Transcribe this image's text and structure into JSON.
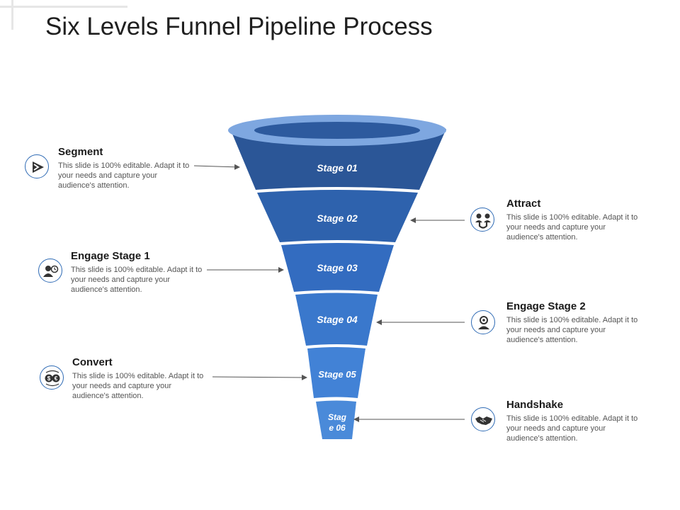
{
  "title": "Six Levels Funnel Pipeline Process",
  "colors": {
    "rim": "#7ea7e0",
    "rim_inner": "#2d5a9e",
    "stage1": "#2b5697",
    "stage2": "#2e62ad",
    "stage3": "#336cc0",
    "stage4": "#3a78cc",
    "stage5": "#4282d6",
    "stage6": "#4a8ad9",
    "icon_border": "#2f6bb5",
    "icon_fill": "#333333",
    "arrow": "#555555"
  },
  "stages": [
    {
      "label": "Stage 01"
    },
    {
      "label": "Stage 02"
    },
    {
      "label": "Stage 03"
    },
    {
      "label": "Stage 04"
    },
    {
      "label": "Stage 05"
    },
    {
      "label_line1": "Stag",
      "label_line2": "e 06"
    }
  ],
  "callouts": {
    "segment": {
      "title": "Segment",
      "text": "This slide is 100% editable. Adapt it to your needs and capture your audience's attention.",
      "icon": "play-arrow-icon"
    },
    "attract": {
      "title": "Attract",
      "text": "This slide is 100% editable. Adapt it to your needs and capture your audience's attention.",
      "icon": "people-magnet-icon"
    },
    "engage1": {
      "title": "Engage Stage 1",
      "text": "This slide is 100% editable. Adapt it to your needs and capture your audience's attention.",
      "icon": "user-clock-icon"
    },
    "engage2": {
      "title": "Engage Stage 2",
      "text": "This slide is 100% editable. Adapt it to your needs and capture your audience's attention.",
      "icon": "person-gear-icon"
    },
    "convert": {
      "title": "Convert",
      "text": "This slide is 100% editable. Adapt it to your needs and capture your audience's attention.",
      "icon": "currency-exchange-icon"
    },
    "handshake": {
      "title": "Handshake",
      "text": "This slide is 100% editable. Adapt it to your needs and capture your audience's attention.",
      "icon": "handshake-icon"
    }
  }
}
